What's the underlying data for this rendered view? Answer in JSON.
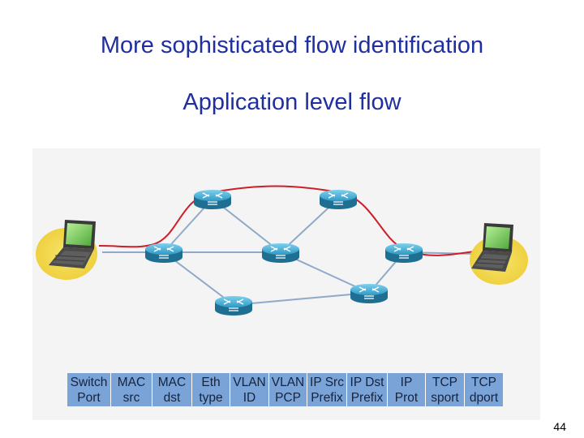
{
  "slide": {
    "title": "More sophisticated flow identification",
    "subtitle": "Application level flow",
    "page_number": "44"
  },
  "colors": {
    "title": "#1f2fa0",
    "link": "#8fa9c8",
    "flow_path": "#cc1f2a",
    "router": "#2f8fb5",
    "table_cell": "#7aa3d8",
    "host_glow": "#f3dd55"
  },
  "icons": {
    "host": "laptop-icon",
    "switch": "router-icon"
  },
  "network": {
    "hosts": [
      "left-laptop",
      "right-laptop"
    ],
    "switches": [
      "switch-top-left",
      "switch-top-right",
      "switch-left",
      "switch-center",
      "switch-right",
      "switch-lower-right",
      "switch-bottom"
    ]
  },
  "header_fields": [
    {
      "line1": "Switch",
      "line2": "Port"
    },
    {
      "line1": "MAC",
      "line2": "src"
    },
    {
      "line1": "MAC",
      "line2": "dst"
    },
    {
      "line1": "Eth",
      "line2": "type"
    },
    {
      "line1": "VLAN",
      "line2": "ID"
    },
    {
      "line1": "VLAN",
      "line2": "PCP"
    },
    {
      "line1": "IP Src",
      "line2": "Prefix"
    },
    {
      "line1": "IP Dst",
      "line2": "Prefix"
    },
    {
      "line1": "IP",
      "line2": "Prot"
    },
    {
      "line1": "TCP",
      "line2": "sport"
    },
    {
      "line1": "TCP",
      "line2": "dport"
    }
  ]
}
